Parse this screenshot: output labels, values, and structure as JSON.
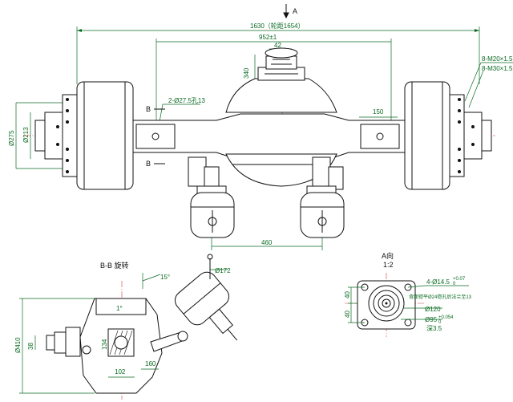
{
  "view_a_marker": "A",
  "section_marker": "B",
  "front_view": {
    "overall_width": "1630（轮距1654）",
    "spring_span": "952±1",
    "housing_width": "42",
    "height_dim": "340",
    "hole_callout": "2-Ø27.5孔13",
    "pad_width": "150",
    "chamber_spacing": "460",
    "stud_callout_1": "8-M20×1.5",
    "stud_callout_2": "8-M30×1.5",
    "hub_dia_large": "Ø275",
    "hub_dia_small": "Ø213"
  },
  "section_view": {
    "title": "B-B 旋转",
    "angle_top": "15°",
    "angle_small": "1°",
    "chamber_dia": "Ø172",
    "height": "Ø410",
    "dim_38": "38",
    "dim_134": "134",
    "dim_102": "102",
    "dim_160": "160"
  },
  "view_a": {
    "title": "A向",
    "scale": "1:2",
    "bolt_callout": "4-Ø14.5",
    "bolt_tol_upper": "+0.07",
    "bolt_tol_lower": "0",
    "bolt_note": "背面锪平Ø24锪孔后法兰至13",
    "pilot_dia": "Ø120",
    "flange_dia": "Ø95",
    "flange_tol_upper": "+0.054",
    "flange_tol_lower": "0",
    "depth": "深3.5",
    "side_dim_1": "40",
    "side_dim_2": "40"
  },
  "colors": {
    "lines": "#111111",
    "dimensions": "#0a6a22",
    "centerlines": "#d23a3a",
    "background": "#ffffff"
  }
}
